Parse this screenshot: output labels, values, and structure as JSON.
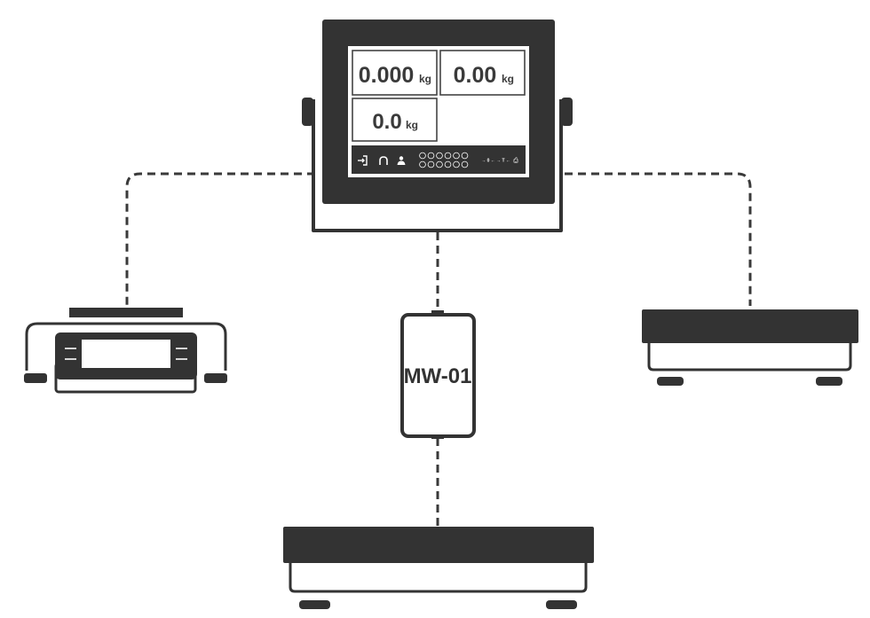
{
  "colors": {
    "dark": "#333333",
    "white": "#ffffff",
    "line": "#3a3a3a"
  },
  "terminal": {
    "readouts": [
      {
        "value": "0.000",
        "unit": "kg"
      },
      {
        "value": "0.00",
        "unit": "kg"
      },
      {
        "value": "0.0",
        "unit": "kg"
      }
    ],
    "toolbar_icons": [
      "login-icon",
      "home-icon",
      "user-icon",
      "numeric-keypad-icon",
      "zero-key-icon",
      "tare-key-icon",
      "print-key-icon"
    ],
    "key_labels": {
      "zero": "→ 0 ←",
      "tare": "→ T ←",
      "print": "⎙"
    }
  },
  "module": {
    "label": "MW-01"
  }
}
